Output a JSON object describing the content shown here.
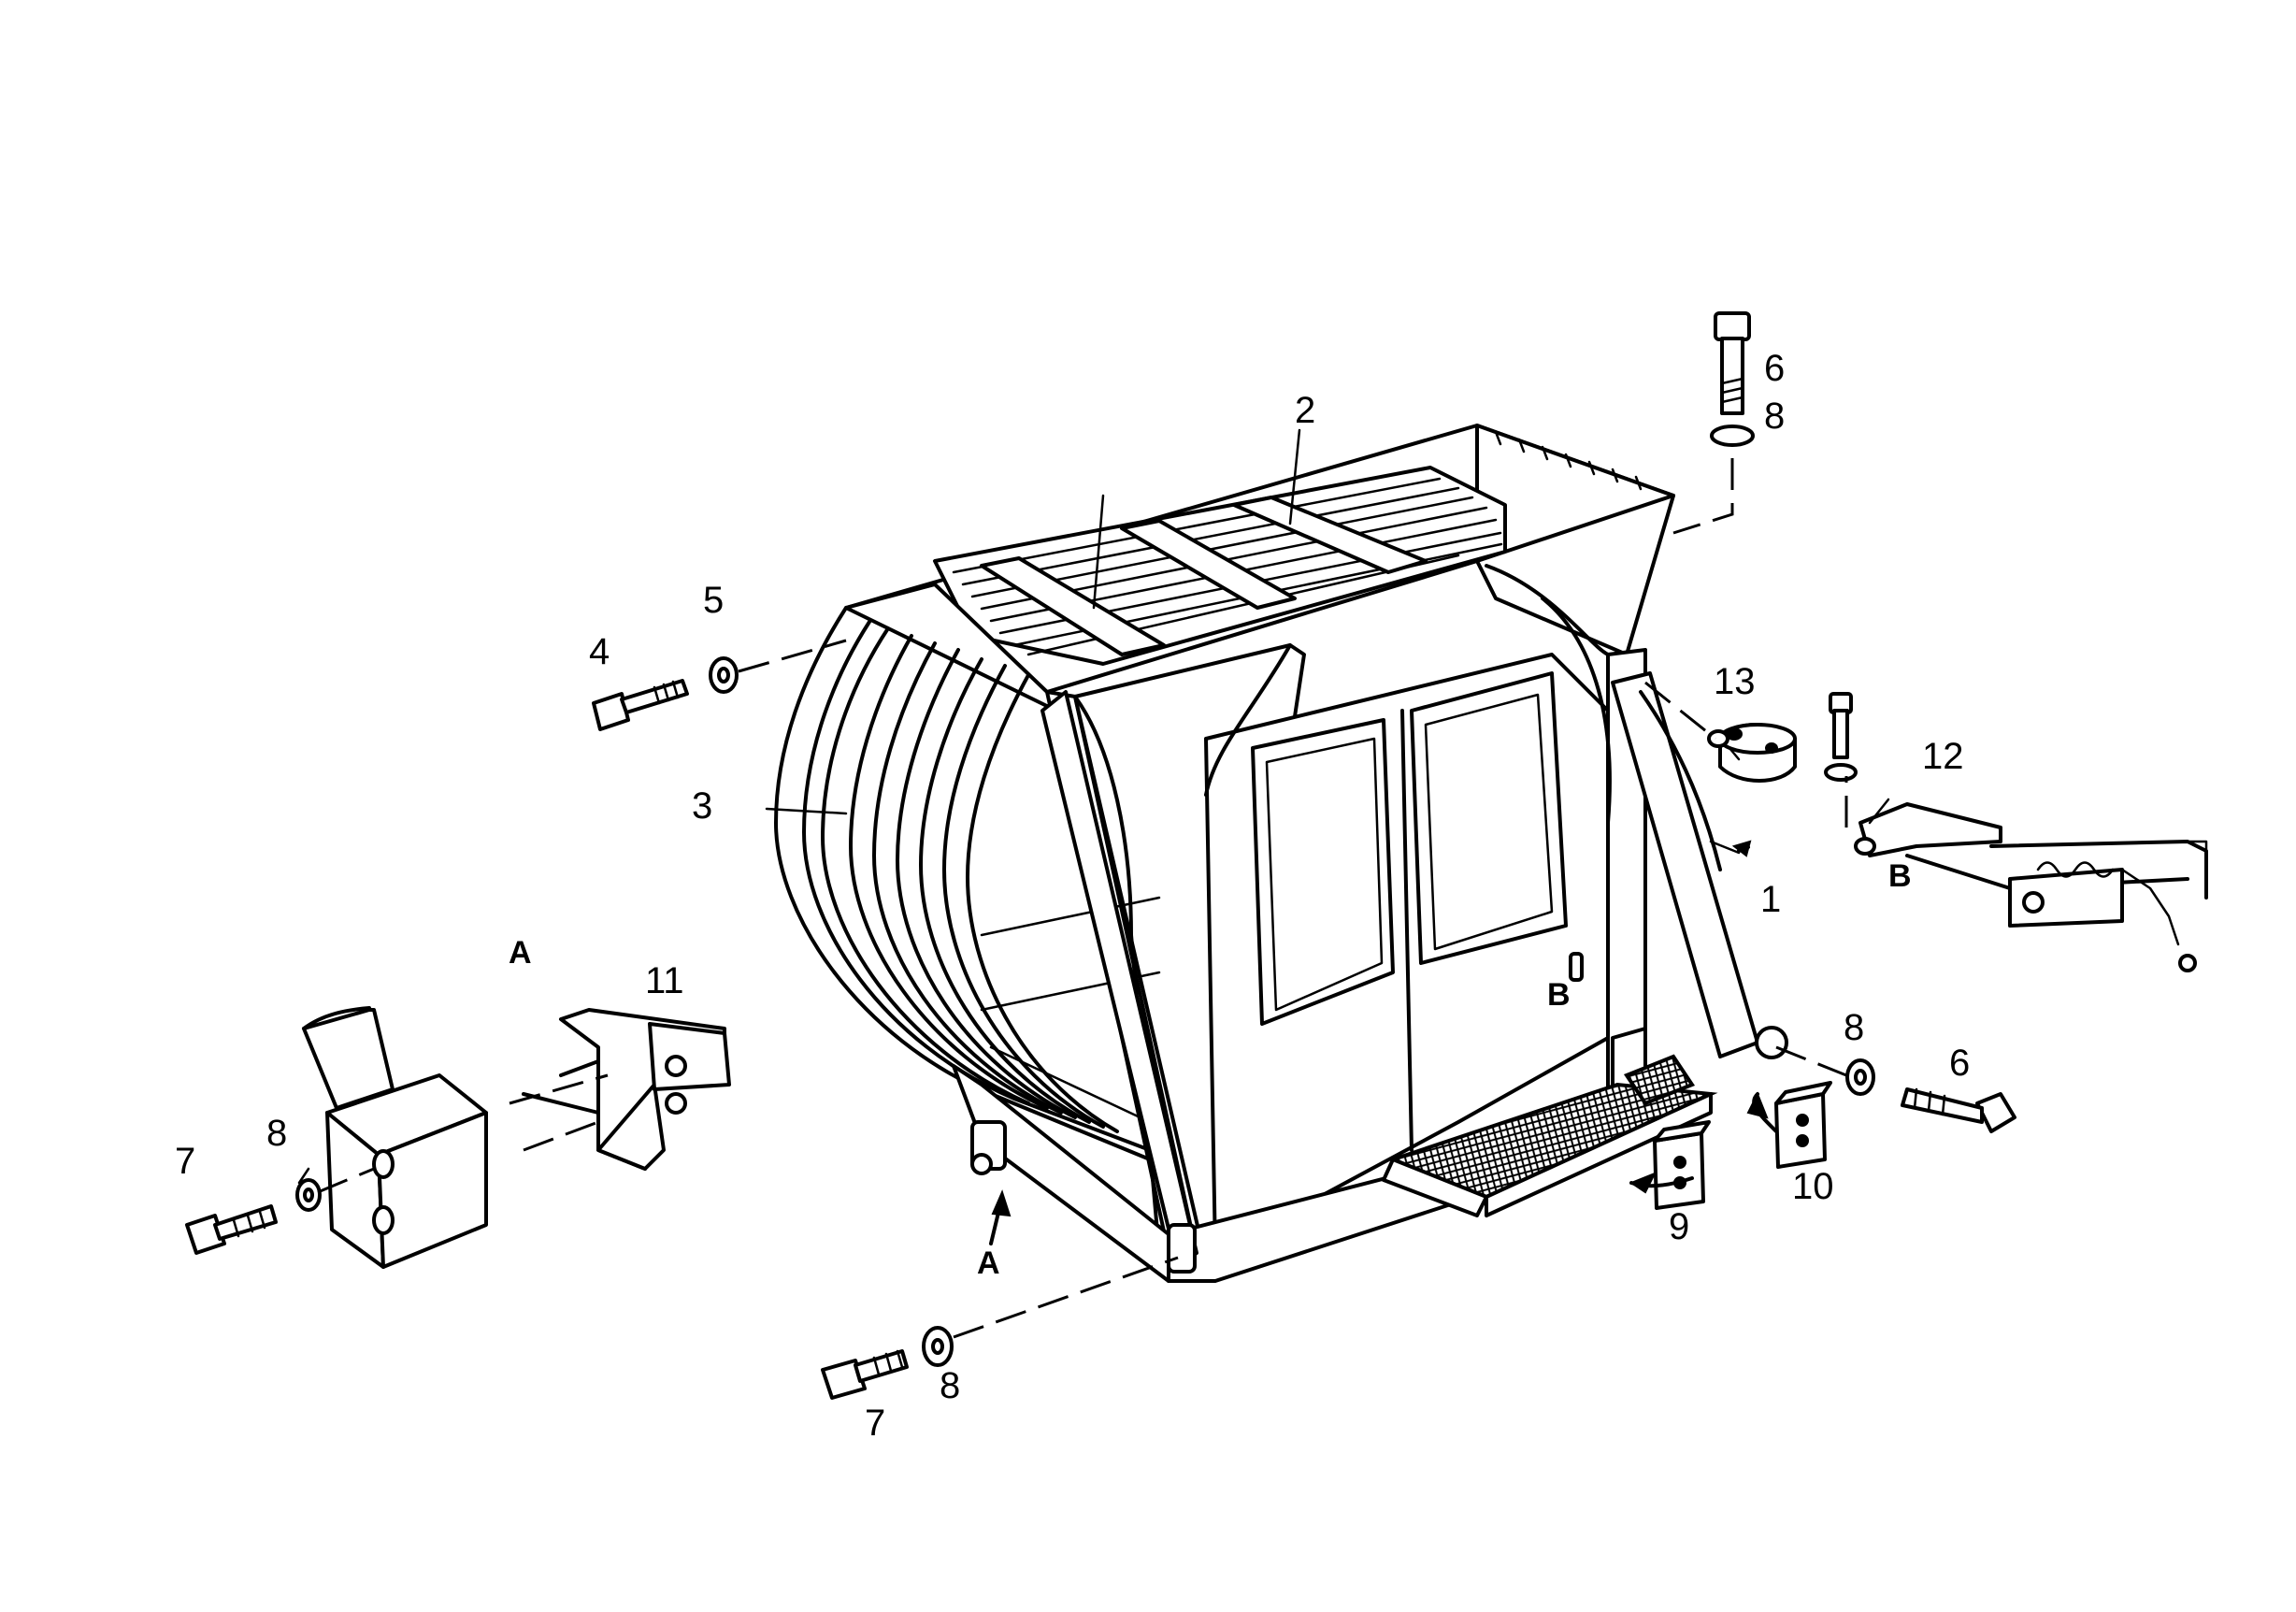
{
  "labels": {
    "l1": "1",
    "l2": "2",
    "l3": "3",
    "l4": "4",
    "l5": "5",
    "l6a": "6",
    "l6b": "6",
    "l7a": "7",
    "l7b": "7",
    "l8a": "8",
    "l8b": "8",
    "l8c": "8",
    "l8d": "8",
    "l9": "9",
    "l10": "10",
    "l11": "11",
    "l12": "12",
    "l13": "13",
    "view_a1": "A",
    "view_a2": "A",
    "view_b1": "B",
    "view_b2": "B"
  }
}
